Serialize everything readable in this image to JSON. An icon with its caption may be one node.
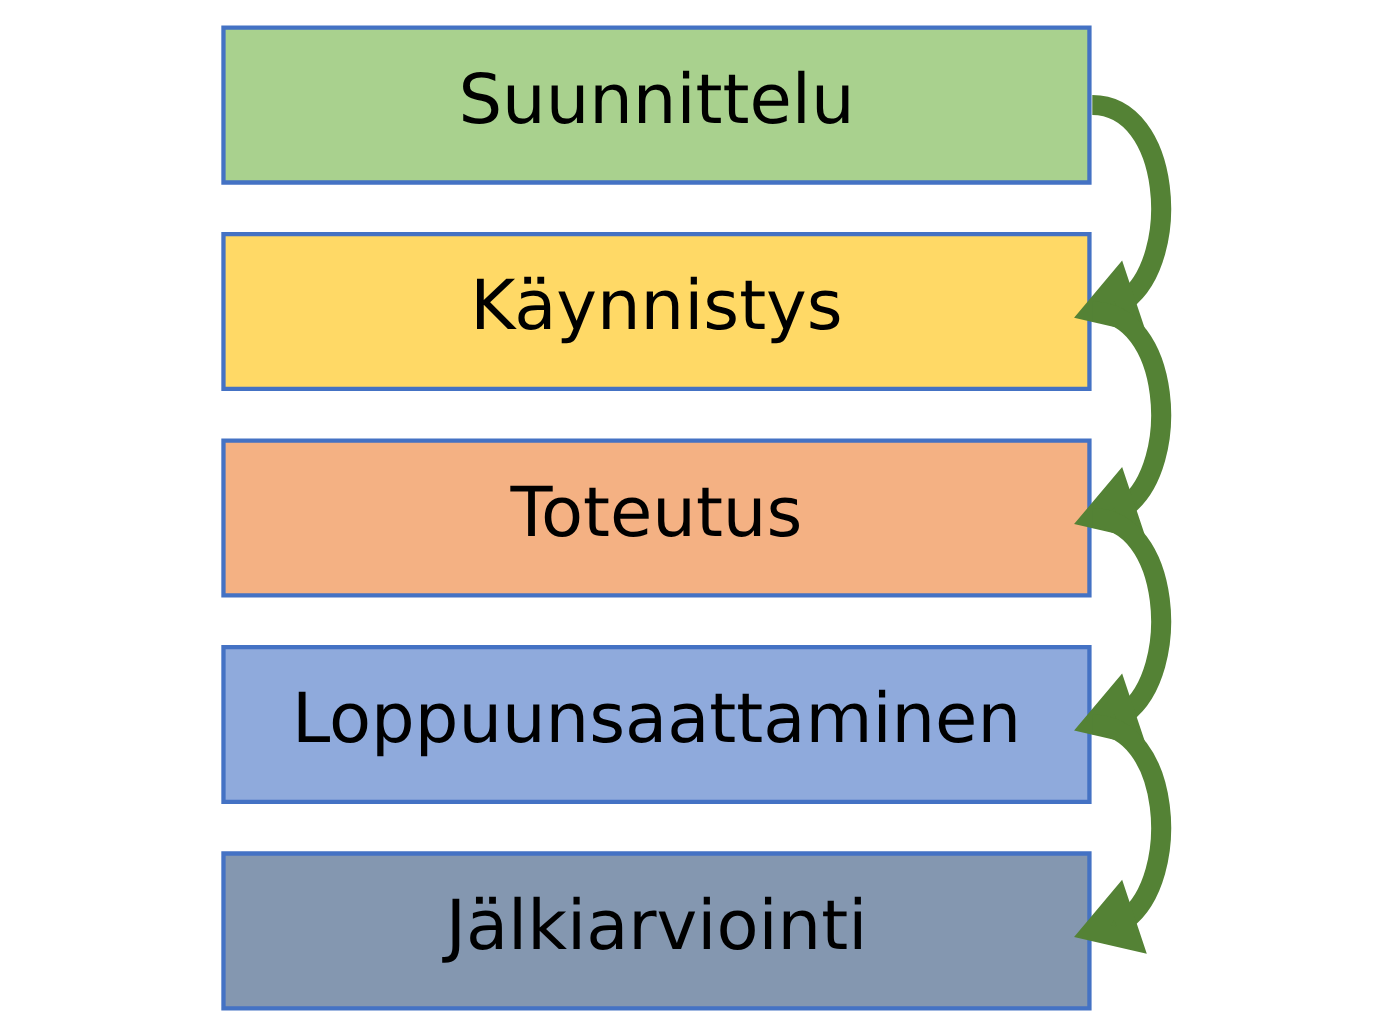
{
  "diagram": {
    "nodes": [
      {
        "text": [
          "Suunnittelu"
        ]
      },
      {
        "text": [
          "Käynnistys"
        ]
      },
      {
        "text": [
          "Toteutus"
        ]
      },
      {
        "text": [
          "Loppuunsaattaminen"
        ]
      },
      {
        "text": [
          "Jälkiarviointi"
        ]
      }
    ],
    "edges": [
      {
        "from": 0,
        "to": 1,
        "arrow": "to"
      },
      {
        "from": 1,
        "to": 2,
        "arrow": "to"
      },
      {
        "from": 2,
        "to": 3,
        "arrow": "to"
      },
      {
        "from": 3,
        "to": 4,
        "arrow": "to"
      }
    ]
  }
}
